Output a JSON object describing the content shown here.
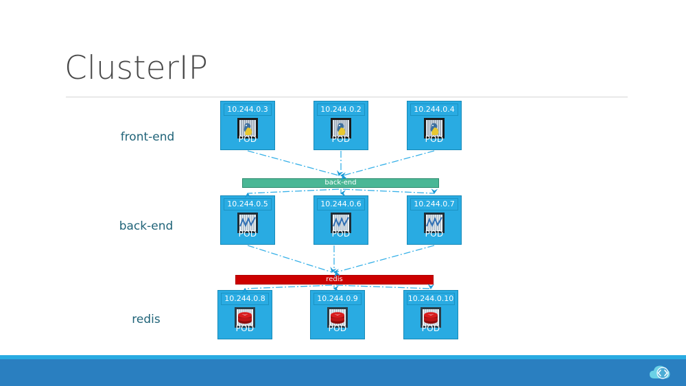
{
  "slide": {
    "title": "ClusterIP",
    "background_color": "#ffffff"
  },
  "colors": {
    "pod_fill": "#29abe2",
    "pod_border": "#1689b7",
    "backend_service": "#4ab795",
    "redis_service": "#cc0000",
    "label_text": "#1f6378",
    "title_text": "#4a4a4a",
    "footer_strip": "#29abe2",
    "footer_band": "#2a7fc0",
    "wire": "#29abe2"
  },
  "tiers": [
    {
      "label": "front-end",
      "pod_caption": "POD",
      "icon": "canary-bird-cage-icon",
      "pods": [
        {
          "ip": "10.244.0.3",
          "caption": "POD"
        },
        {
          "ip": "10.244.0.2",
          "caption": "POD"
        },
        {
          "ip": "10.244.0.4",
          "caption": "POD"
        }
      ]
    },
    {
      "label": "back-end",
      "pod_caption": "POD",
      "icon": "chart-cage-icon",
      "pods": [
        {
          "ip": "10.244.0.5",
          "caption": "POD"
        },
        {
          "ip": "10.244.0.6",
          "caption": "POD"
        },
        {
          "ip": "10.244.0.7",
          "caption": "POD"
        }
      ]
    },
    {
      "label": "redis",
      "pod_caption": "POD",
      "icon": "redis-stack-icon",
      "pods": [
        {
          "ip": "10.244.0.8",
          "caption": "POD"
        },
        {
          "ip": "10.244.0.9",
          "caption": "POD"
        },
        {
          "ip": "10.244.0.10",
          "caption": "POD"
        }
      ]
    }
  ],
  "services": [
    {
      "name": "back-end",
      "color": "#4ab795"
    },
    {
      "name": "redis",
      "color": "#cc0000"
    }
  ],
  "footer": {
    "logo_icon": "cloud-code-icon"
  }
}
